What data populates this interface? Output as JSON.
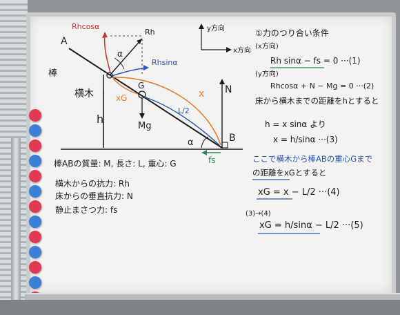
{
  "diagram": {
    "labels": {
      "A": "A",
      "B": "B",
      "G": "G",
      "rod": "棒",
      "crossbar": "横木",
      "Rh": "Rh",
      "Rh_cos": "Rhcosα",
      "Rh_sin": "Rhsinα",
      "N": "N",
      "Mg": "Mg",
      "h": "h",
      "x": "x",
      "xG": "xG",
      "half_L": "L/2",
      "alpha": "α",
      "fs": "fs",
      "y_dir": "y方向",
      "x_dir": "x方向"
    }
  },
  "notes_left": [
    "棒ABの質量: M, 長さ: L, 重心: G",
    "横木からの抗力: Rh",
    "床からの垂直抗力: N",
    "静止まさつ力: fs"
  ],
  "notes_right": [
    "①力のつり合い条件",
    "(x方向)",
    "Rh sinα − fs = 0 ···(1)",
    "(y方向)",
    "Rhcosα + N − Mg = 0 ···(2)",
    "床から横木までの距離をhとすると",
    "h = x sinα より",
    "x = h/sinα ···(3)",
    "ここで横木から棒ABの重心Gまで",
    "の距離をxGとすると",
    "xG = x − L/2 ···(4)",
    "(3)→(4)",
    "xG = h/sinα − L/2 ···(5)"
  ],
  "colors": {
    "marker_black": "#1b1b1b",
    "marker_red": "#c8322e",
    "marker_blue": "#2a55b0",
    "marker_orange": "#e87a2c",
    "marker_green": "#2e8b57",
    "magnet_red": "#e23a55",
    "magnet_blue": "#3a7fd8"
  },
  "magnets": [
    "red",
    "blue",
    "red",
    "blue",
    "red",
    "blue",
    "red",
    "blue",
    "red",
    "blue",
    "red",
    "blue",
    "red"
  ]
}
